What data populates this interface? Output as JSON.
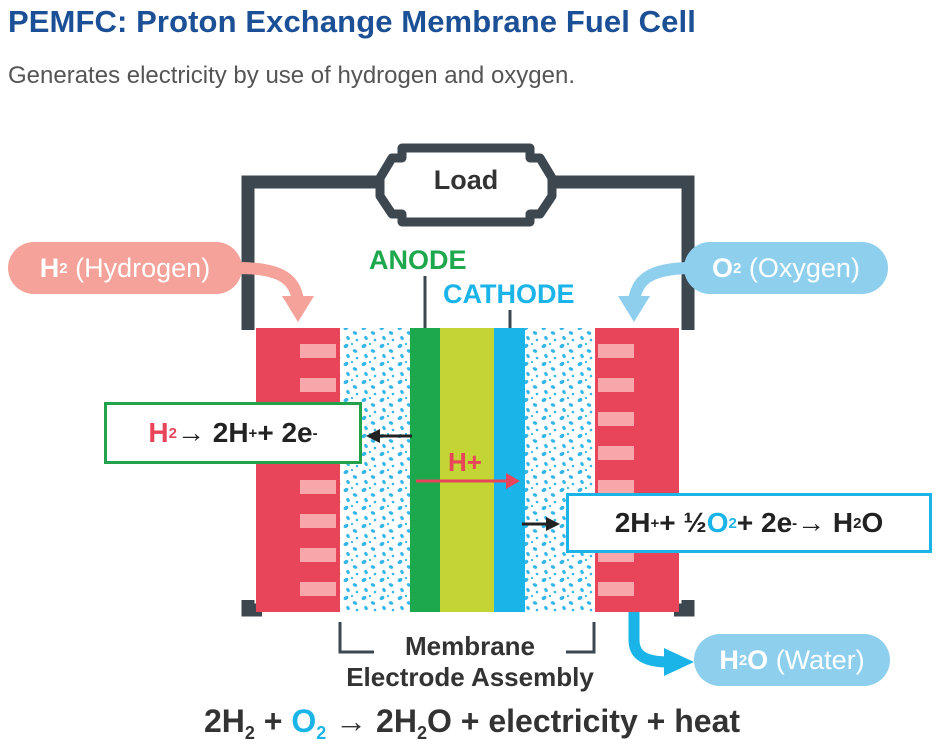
{
  "title": "PEMFC: Proton Exchange Membrane Fuel Cell",
  "subtitle": "Generates electricity by use of hydrogen and oxygen.",
  "load_label": "Load",
  "anode_label": "ANODE",
  "cathode_label": "CATHODE",
  "proton_label": "H+",
  "hydrogen": {
    "formula": "H",
    "sub": "2",
    "name": "(Hydrogen)"
  },
  "oxygen": {
    "formula": "O",
    "sub": "2",
    "name": "(Oxygen)"
  },
  "water": {
    "formula_h": "H",
    "sub": "2",
    "formula_o": "O",
    "name": "(Water)"
  },
  "anode_reaction": {
    "h": "H",
    "h_sub": "2",
    "arrow": " → 2H",
    "plus_sup": "+",
    "rest": " + 2e",
    "minus_sup": "-"
  },
  "cathode_reaction": {
    "lead": "2H",
    "plus_sup": "+",
    "half": " + ½",
    "o": "O",
    "o_sub": "2",
    "mid": " + 2e",
    "minus_sup": "-",
    "arrow": " → H",
    "h_sub": "2",
    "end": "O"
  },
  "mea": {
    "line1": "Membrane",
    "line2": "Electrode Assembly"
  },
  "equation": {
    "p1": "2H",
    "s1": "2",
    "p2": " + ",
    "o": "O",
    "s2": "2",
    "p3": " → 2H",
    "s3": "2",
    "p4": "O + electricity + heat"
  },
  "colors": {
    "title": "#1b4f96",
    "wire": "#3d4750",
    "plate": "#e8445a",
    "plate_slot": "#f7a7a9",
    "anode": "#1ea84d",
    "membrane": "#c2d534",
    "cathode": "#1ab4e8",
    "gdl_dots": "#35b6e8",
    "hydrogen_pill": "#f4a29a",
    "oxygen_pill": "#8fcfee"
  }
}
